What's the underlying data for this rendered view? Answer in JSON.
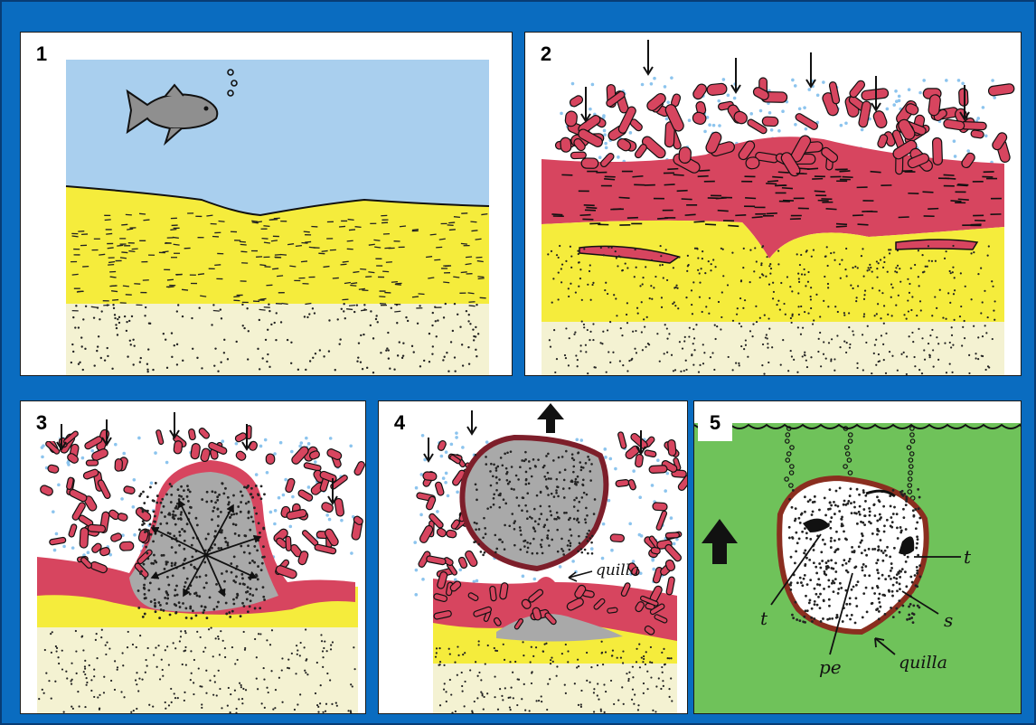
{
  "colors": {
    "frame": "#0a6cc0",
    "water": "#a9cfee",
    "sand": "#f5ec3c",
    "pale_sand": "#f4f2d2",
    "red_layer": "#d7455f",
    "gray_sediment": "#a9a9a9",
    "green_water": "#6fc25a"
  },
  "panels": [
    {
      "number": "1"
    },
    {
      "number": "2"
    },
    {
      "number": "3"
    },
    {
      "number": "4",
      "labels": {
        "keel": "quilla"
      }
    },
    {
      "number": "5",
      "labels": {
        "t_right": "t",
        "t_left": "t",
        "s": "s",
        "pe": "pe",
        "keel": "quilla"
      }
    }
  ]
}
